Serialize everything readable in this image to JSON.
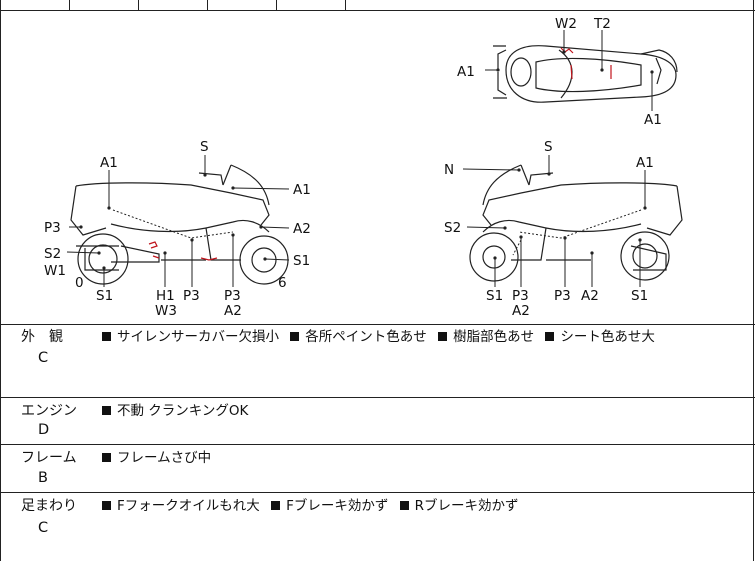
{
  "diagram": {
    "left_labels": [
      "A1",
      "S",
      "A1",
      "P3",
      "A2",
      "S2",
      "W1",
      "S1",
      "0",
      "S1",
      "H1",
      "W3",
      "P3",
      "P3",
      "A2",
      "6"
    ],
    "right_labels": [
      "N",
      "S",
      "A1",
      "S2",
      "S1",
      "P3",
      "A2",
      "P3",
      "A2",
      "S1"
    ],
    "top_labels": [
      "W2",
      "T2",
      "A1",
      "A1"
    ]
  },
  "sections": [
    {
      "category": "外　観",
      "grade": "C",
      "items": [
        "サイレンサーカバー欠損小",
        "各所ペイント色あせ",
        "樹脂部色あせ",
        "シート色あせ大"
      ]
    },
    {
      "category": "エンジン",
      "grade": "D",
      "items": [
        "不動 クランキングOK"
      ]
    },
    {
      "category": "フレーム",
      "grade": "B",
      "items": [
        "フレームさび中"
      ]
    },
    {
      "category": "足まわり",
      "grade": "C",
      "items": [
        "Fフォークオイルもれ大",
        "Fブレーキ効かず",
        "Rブレーキ効かず"
      ]
    }
  ],
  "colors": {
    "damage_mark": "#c0141c",
    "line": "#222222"
  }
}
